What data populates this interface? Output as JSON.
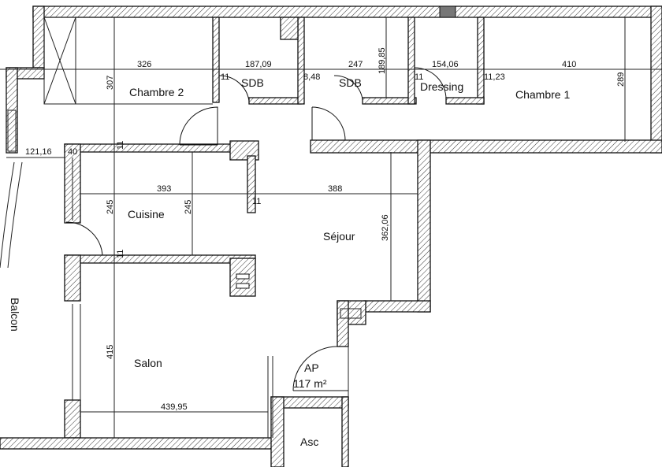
{
  "rooms": {
    "chambre2": "Chambre 2",
    "sdb1": "SDB",
    "sdb2": "SDB",
    "dressing": "Dressing",
    "chambre1": "Chambre 1",
    "cuisine": "Cuisine",
    "sejour": "Séjour",
    "salon": "Salon",
    "balcon": "Balcon",
    "ap": "AP",
    "area": "117 m²",
    "asc": "Asc"
  },
  "dimensions": {
    "d326": "326",
    "d307": "307",
    "d187": "187,09",
    "d247": "247",
    "d18985": "189,85",
    "d154": "154,06",
    "d410": "410",
    "d289": "289",
    "d848": "8,48",
    "d1123": "11,23",
    "d11a": "11",
    "d11b": "11",
    "d11c": "11",
    "d11d": "11",
    "d11e": "11",
    "d12116": "121,16",
    "d40": "40",
    "d393": "393",
    "d388": "388",
    "d245a": "245",
    "d245b": "245",
    "d36206": "362,06",
    "d415": "415",
    "d43995": "439,95"
  }
}
